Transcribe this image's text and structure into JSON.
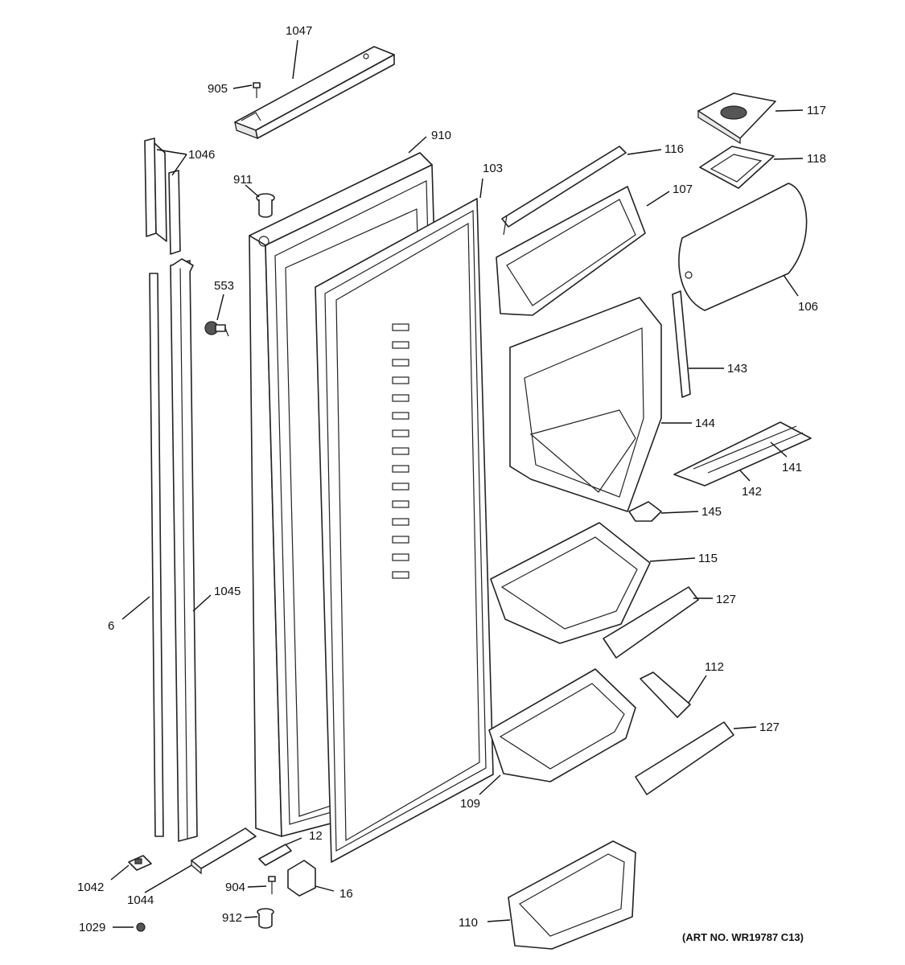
{
  "art_number": "(ART NO. WR19787 C13)",
  "callouts": {
    "c1047": "1047",
    "c905": "905",
    "c910": "910",
    "c1046": "1046",
    "c911": "911",
    "c103": "103",
    "c553": "553",
    "c6": "6",
    "c1045": "1045",
    "c1042": "1042",
    "c1044": "1044",
    "c1029": "1029",
    "c12": "12",
    "c904": "904",
    "c16": "16",
    "c912": "912",
    "c117": "117",
    "c118": "118",
    "c116": "116",
    "c107": "107",
    "c106": "106",
    "c143": "143",
    "c144": "144",
    "c141": "141",
    "c142": "142",
    "c145": "145",
    "c115": "115",
    "c127a": "127",
    "c112": "112",
    "c127b": "127",
    "c109": "109",
    "c110": "110"
  }
}
